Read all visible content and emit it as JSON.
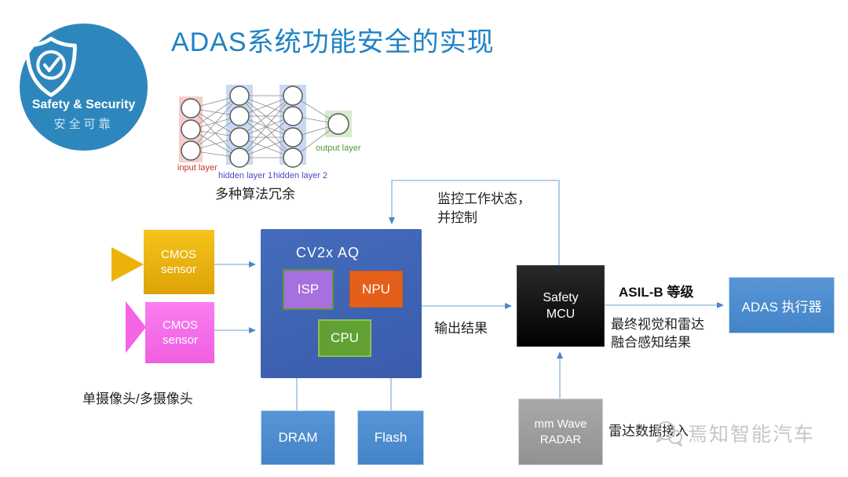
{
  "badge": {
    "title": "Safety & Security",
    "subtitle": "安全可靠"
  },
  "slide_title": "ADAS系统功能安全的实现",
  "neural_network": {
    "caption": "多种算法冗余",
    "input_label": "input layer",
    "hidden1_label": "hidden layer 1",
    "hidden2_label": "hidden layer 2",
    "output_label": "output layer"
  },
  "cameras": {
    "cmos1": {
      "line1": "CMOS",
      "line2": "sensor"
    },
    "cmos2": {
      "line1": "CMOS",
      "line2": "sensor"
    },
    "caption": "单摄像头/多摄像头"
  },
  "soc": {
    "title": "CV2x AQ",
    "isp": "ISP",
    "npu": "NPU",
    "cpu": "CPU"
  },
  "memory": {
    "dram": "DRAM",
    "flash": "Flash"
  },
  "mcu": {
    "line1": "Safety",
    "line2": "MCU"
  },
  "actuator": {
    "label": "ADAS 执行器"
  },
  "radar": {
    "line1": "mm Wave",
    "line2": "RADAR"
  },
  "annotations": {
    "monitor_line1": "监控工作状态，",
    "monitor_line2": "并控制",
    "output_result": "输出结果",
    "asil": "ASIL-B 等级",
    "fusion_line1": "最终视觉和雷达",
    "fusion_line2": "融合感知结果",
    "radar_input": "雷达数据接入"
  },
  "watermark": "焉知智能汽车",
  "colors": {
    "badge_blue": "#2E87BC",
    "title_blue": "#1F82C5",
    "soc_blue": "#3E63B3",
    "module_blue": "#4E91D5",
    "isp_purple": "#A671DF",
    "npu_orange": "#E4601A",
    "cpu_green": "#61A033",
    "cmos_gold": "#EBB30A",
    "cmos_pink": "#F870EC",
    "mcu_black": "#0A0A0A",
    "radar_gray": "#9D9D9D",
    "arrow_blue": "#9CC3E7",
    "arrowhead_blue": "#4D86C8"
  }
}
